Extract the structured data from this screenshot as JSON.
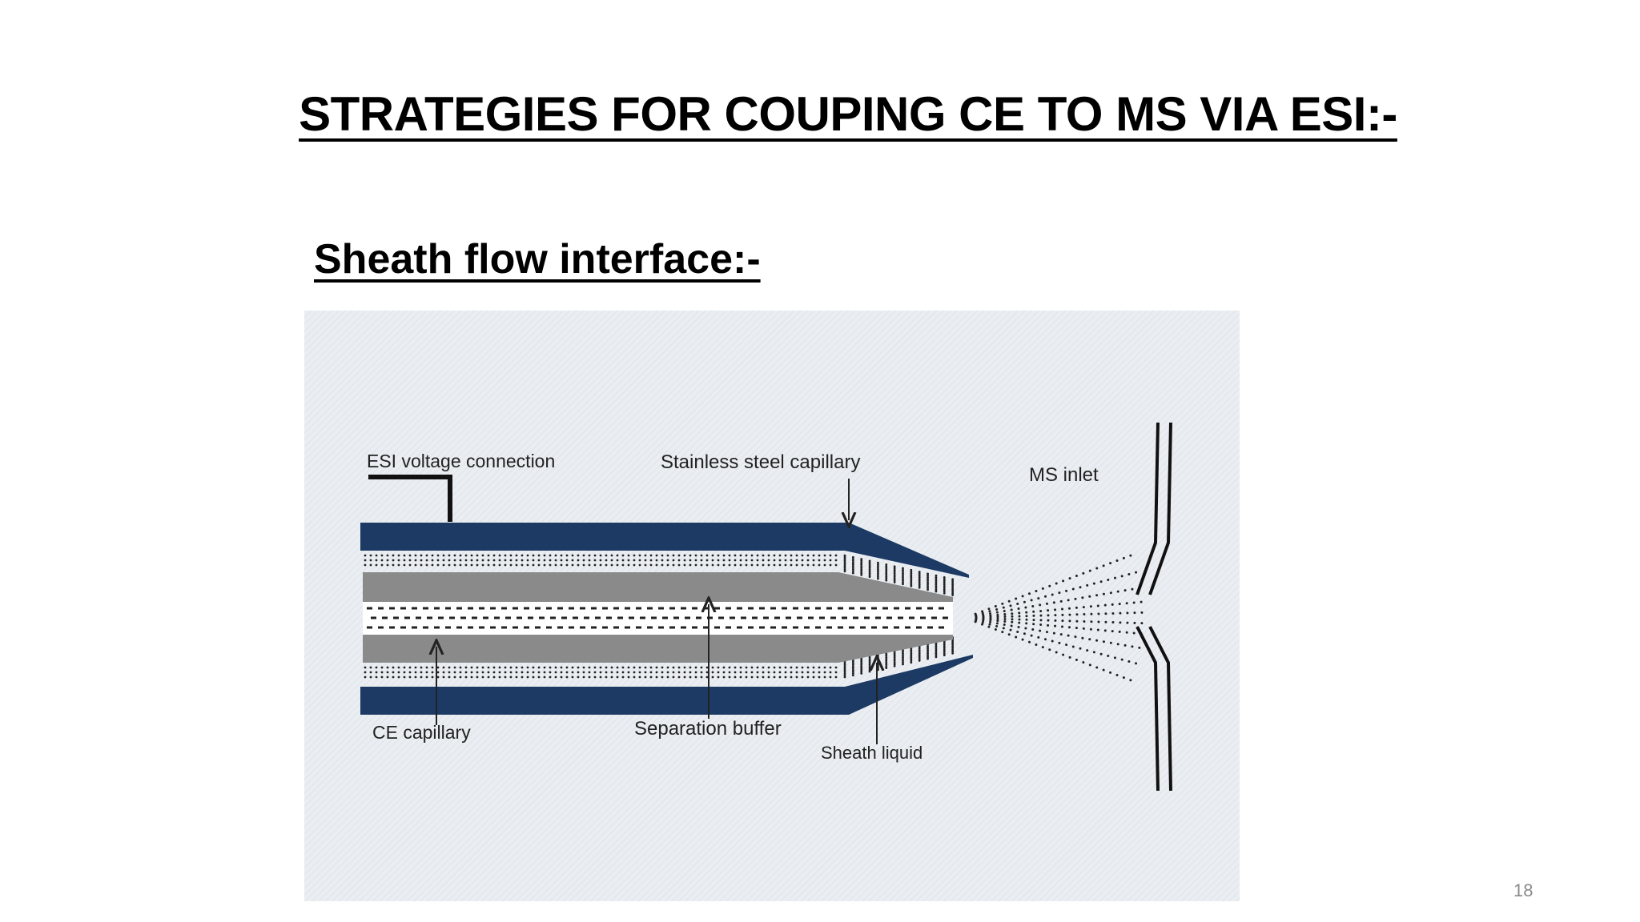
{
  "slide": {
    "title": "STRATEGIES FOR COUPING CE TO MS VIA ESI:-",
    "section_heading": "Sheath flow interface:-",
    "page_number": "18"
  },
  "diagram": {
    "labels": {
      "esi_voltage": "ESI voltage connection",
      "stainless_capillary": "Stainless steel capillary",
      "ms_inlet": "MS inlet",
      "ce_capillary": "CE capillary",
      "separation_buffer": "Separation buffer",
      "sheath_liquid": "Sheath liquid"
    },
    "colors": {
      "panel_background": "#eaeef2",
      "steel": "#1c3a64",
      "ce_capillary": "#8a8a8a",
      "text": "#222222"
    }
  }
}
